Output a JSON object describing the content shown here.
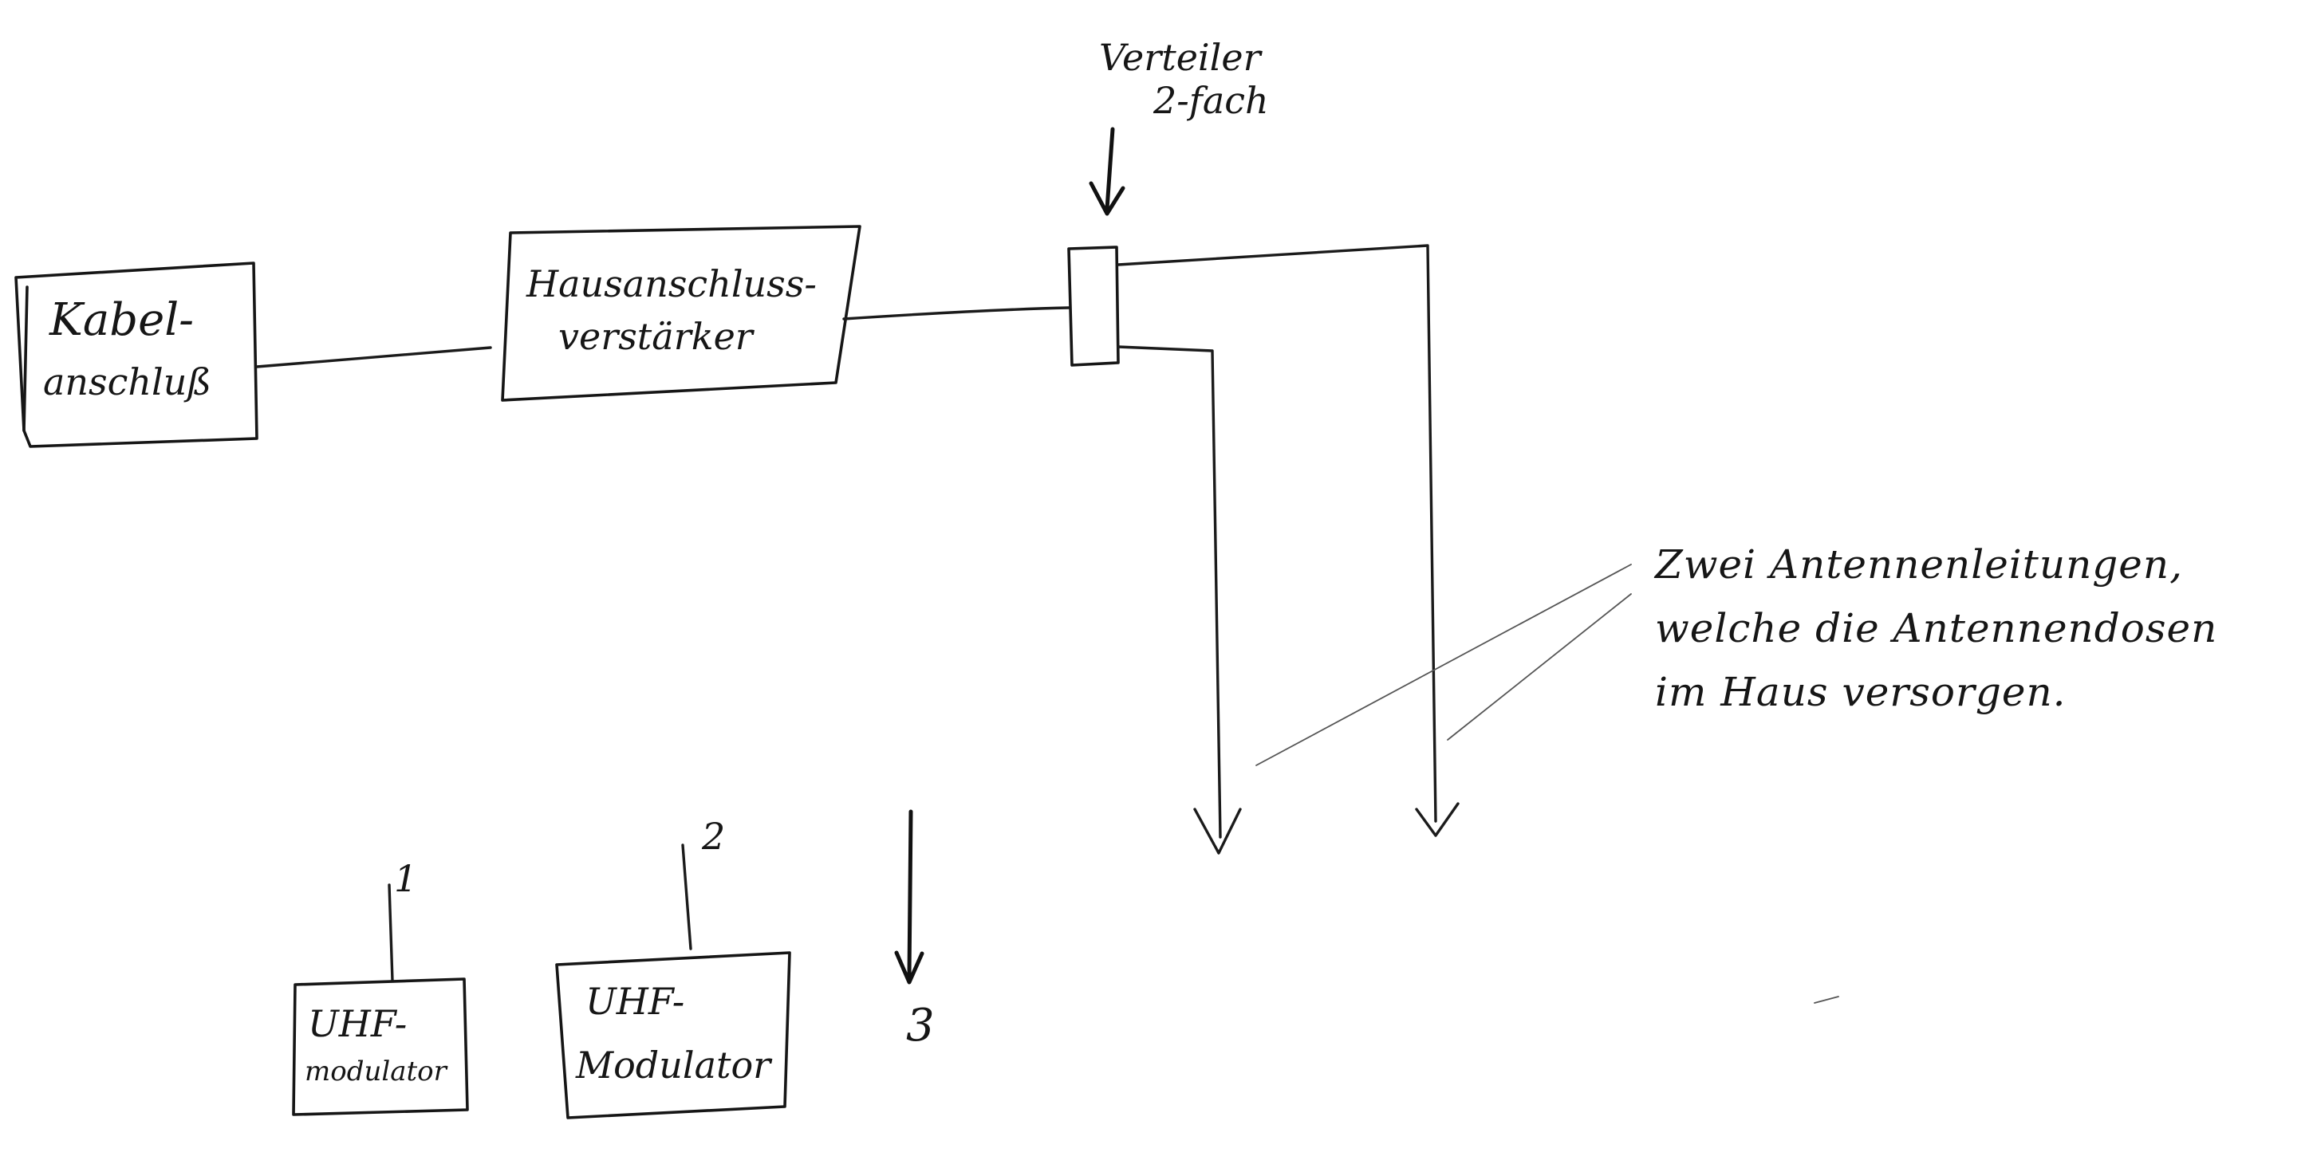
{
  "boxes": {
    "kabel": {
      "line1": "Kabel-",
      "line2": "anschluß"
    },
    "verstaerker": {
      "line1": "Hausanschluss-",
      "line2": "verstärker"
    },
    "uhf1": {
      "line1": "UHF-",
      "line2": "modulator"
    },
    "uhf2": {
      "line1": "UHF-",
      "line2": "Modulator"
    }
  },
  "splitter": {
    "line1": "Verteiler",
    "line2": "2-fach"
  },
  "annotation": {
    "line1": "Zwei Antennenleitungen,",
    "line2": "welche die Antennendosen",
    "line3": "im Haus versorgen."
  },
  "numbers": {
    "n1": "1",
    "n2": "2",
    "n3": "3"
  }
}
